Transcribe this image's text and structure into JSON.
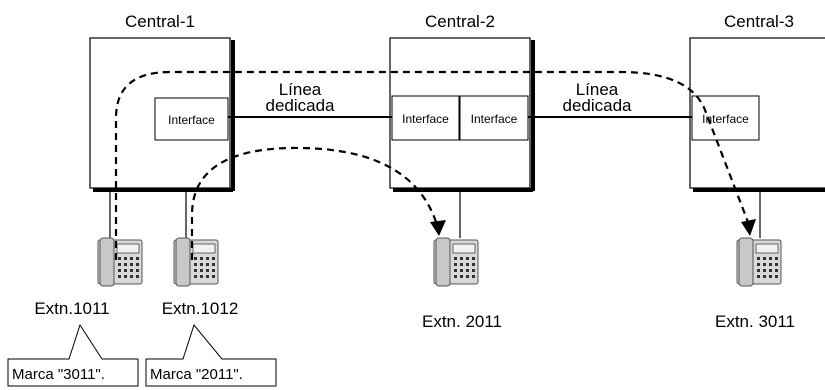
{
  "centrals": [
    {
      "label": "Central-1"
    },
    {
      "label": "Central-2"
    },
    {
      "label": "Central-3"
    }
  ],
  "interface_label": "Interface",
  "dedicated_line": {
    "line1": "Línea",
    "line2": "dedicada"
  },
  "extensions": [
    {
      "label": "Extn.1011"
    },
    {
      "label": "Extn.1012"
    },
    {
      "label": "Extn. 2011"
    },
    {
      "label": "Extn. 3011"
    }
  ],
  "callouts": [
    {
      "text": "Marca \"3011\"."
    },
    {
      "text": "Marca \"2011\"."
    }
  ]
}
